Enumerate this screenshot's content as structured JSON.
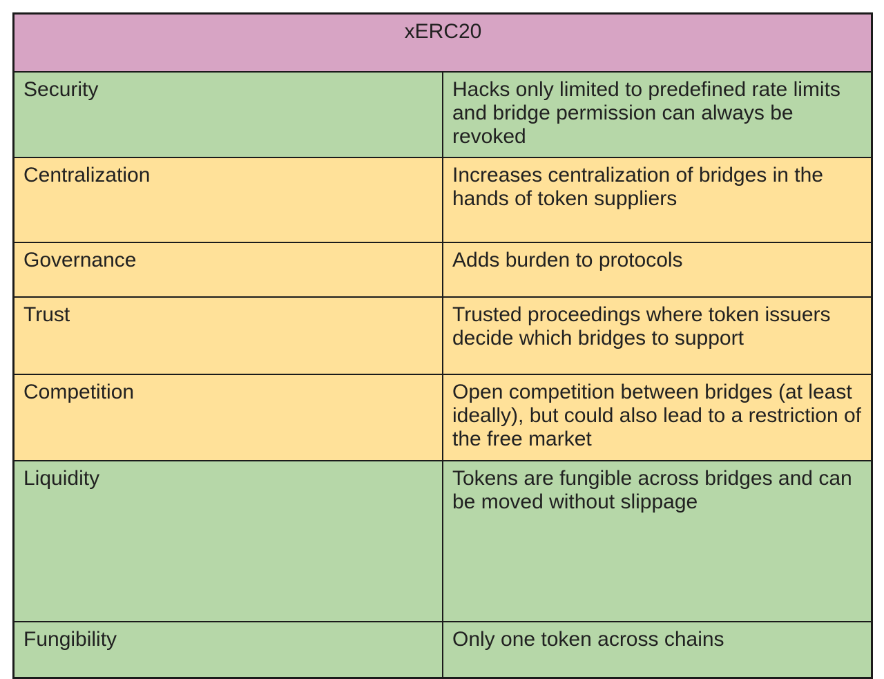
{
  "table": {
    "title": "xERC20",
    "colors": {
      "header_bg": "#d7a4c4",
      "positive_bg": "#b6d7a8",
      "caution_bg": "#ffe199",
      "border": "#1b1b1b",
      "text": "#212121"
    },
    "rows": [
      {
        "label": "Security",
        "value": "Hacks only limited to predefined rate limits and bridge permission can always be revoked",
        "tone": "green"
      },
      {
        "label": "Centralization",
        "value": "Increases centralization of bridges in the hands of token suppliers",
        "tone": "yellow"
      },
      {
        "label": "Governance",
        "value": "Adds burden to protocols",
        "tone": "yellow"
      },
      {
        "label": "Trust",
        "value": "Trusted proceedings where token issuers decide which bridges to support",
        "tone": "yellow"
      },
      {
        "label": "Competition",
        "value": "Open competition between bridges (at least ideally), but could also lead to a restriction of the free market",
        "tone": "yellow"
      },
      {
        "label": "Liquidity",
        "value": "Tokens are fungible across bridges and can be moved without slippage",
        "tone": "green"
      },
      {
        "label": "Fungibility",
        "value": "Only one token across chains",
        "tone": "green"
      }
    ]
  }
}
